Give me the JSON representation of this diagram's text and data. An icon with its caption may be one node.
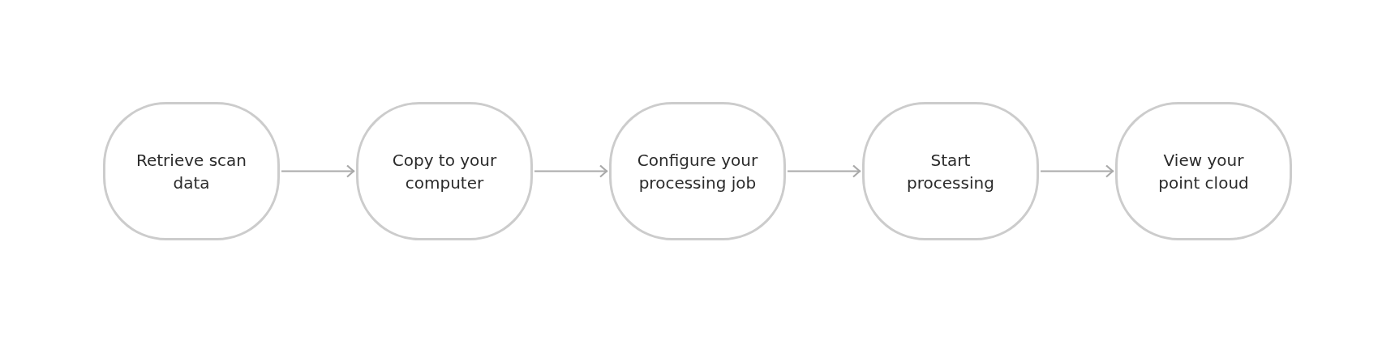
{
  "diagram": {
    "nodes": [
      {
        "text": [
          "Retrieve scan data"
        ]
      },
      {
        "text": [
          "Copy to your computer"
        ]
      },
      {
        "text": [
          "Configure your processing job"
        ]
      },
      {
        "text": [
          "Start processing"
        ]
      },
      {
        "text": [
          "View your point cloud"
        ]
      }
    ],
    "edges": [
      {
        "from": 0,
        "to": 1,
        "arrow": "to"
      },
      {
        "from": 1,
        "to": 2,
        "arrow": "to"
      },
      {
        "from": 2,
        "to": 3,
        "arrow": "to"
      },
      {
        "from": 3,
        "to": 4,
        "arrow": "to"
      }
    ]
  }
}
